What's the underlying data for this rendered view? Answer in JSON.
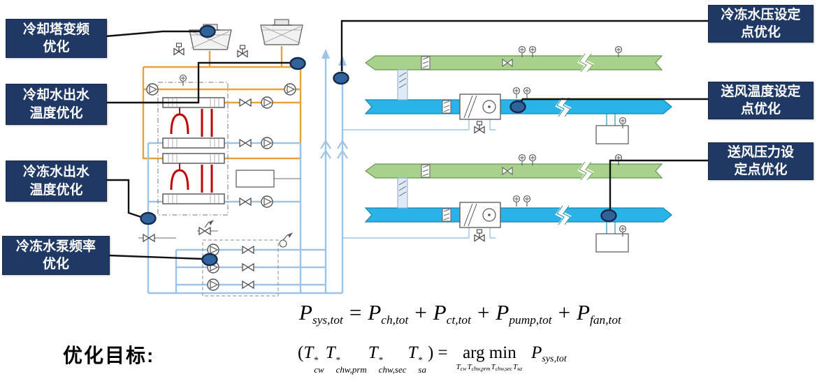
{
  "colors": {
    "label_background": "#1F3864",
    "label_text": "#FFFFFF",
    "condenser_water_pipe": "#E8A13F",
    "chilled_water_pipe": "#9DC3E6",
    "supply_air_duct": "#29B3E7",
    "return_air_duct": "#A9D18E",
    "chiller_accent": "#C00000",
    "callout_marker": "#31629C",
    "callout_line": "#111111"
  },
  "left_labels": [
    {
      "line1": "冷却塔变频",
      "line2": "优化"
    },
    {
      "line1": "冷却水出水",
      "line2": "温度优化"
    },
    {
      "line1": "冷冻水出水",
      "line2": "温度优化"
    },
    {
      "line1": "冷冻水泵频率",
      "line2": "优化"
    }
  ],
  "right_labels": [
    {
      "line1": "冷冻水压设定",
      "line2": "点优化"
    },
    {
      "line1": "送风温度设定",
      "line2": "点优化"
    },
    {
      "line1": "送风压力设",
      "line2": "定点优化"
    }
  ],
  "objective_label": "优化目标:",
  "formulas": {
    "line1": {
      "p_sys": {
        "base": "P",
        "sub": "sys,tot"
      },
      "eq": "=",
      "p_ch": {
        "base": "P",
        "sub": "ch,tot"
      },
      "plus1": "+",
      "p_ct": {
        "base": "P",
        "sub": "ct,tot"
      },
      "plus2": "+",
      "p_pump": {
        "base": "P",
        "sub": "pump,tot"
      },
      "plus3": "+",
      "p_fan": {
        "base": "P",
        "sub": "fan,tot"
      }
    },
    "line2": {
      "open_paren": "(",
      "t_cw": {
        "base": "T",
        "sup": "*",
        "sub": "cw"
      },
      "t_chw_prm": {
        "base": "T",
        "sup": "*",
        "sub": "chw,prm"
      },
      "t_chw_sec": {
        "base": "T",
        "sup": "*",
        "sub": "chw,sec"
      },
      "t_sa": {
        "base": "T",
        "sup": "*",
        "sub": "sa"
      },
      "close_eq": ") =",
      "argmin": "arg min",
      "argmin_sub": {
        "v1": {
          "base": "T",
          "sub": "cw"
        },
        "v2": {
          "base": "T",
          "sub": "chw,prm"
        },
        "v3": {
          "base": "T",
          "sub": "chw,sec"
        },
        "v4": {
          "base": "T",
          "sub": "sa"
        }
      },
      "p_sys": {
        "base": "P",
        "sub": "sys,tot"
      }
    }
  }
}
